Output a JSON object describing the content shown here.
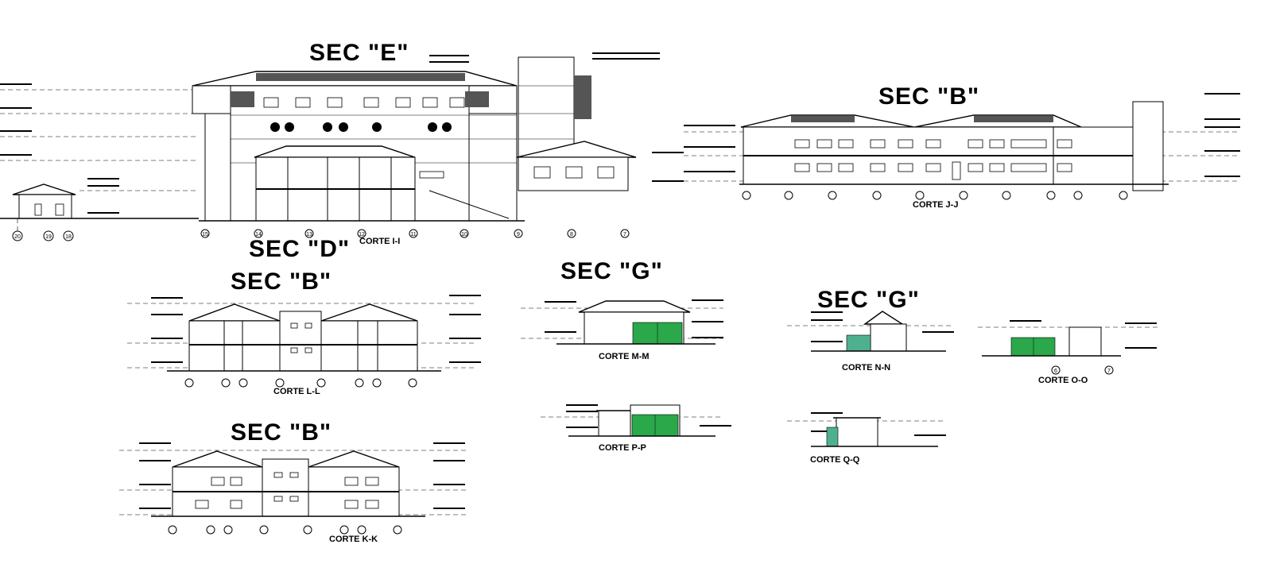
{
  "sections": [
    {
      "id": "sec-e",
      "title": "SEC \"E\"",
      "cut": "CORTE I-I",
      "axes": [
        "20",
        "19",
        "18",
        "15",
        "14",
        "13",
        "12",
        "11",
        "10",
        "9",
        "8",
        "7"
      ]
    },
    {
      "id": "sec-b-top",
      "title": "SEC \"B\"",
      "cut": "CORTE J-J",
      "axes": []
    },
    {
      "id": "sec-d",
      "title": "SEC \"D\"",
      "cut": "",
      "axes": []
    },
    {
      "id": "sec-b-mid",
      "title": "SEC \"B\"",
      "cut": "CORTE L-L",
      "axes": []
    },
    {
      "id": "sec-b-bottom",
      "title": "SEC \"B\"",
      "cut": "CORTE K-K",
      "axes": []
    },
    {
      "id": "sec-g-left",
      "title": "SEC \"G\"",
      "cut": "CORTE M-M",
      "axes": []
    },
    {
      "id": "sec-g-right",
      "title": "SEC \"G\"",
      "cut": "CORTE N-N",
      "axes": []
    },
    {
      "id": "cut-oo",
      "title": "",
      "cut": "CORTE O-O",
      "axes": [
        "6",
        "7"
      ]
    },
    {
      "id": "cut-pp",
      "title": "",
      "cut": "CORTE P-P",
      "axes": []
    },
    {
      "id": "cut-qq",
      "title": "",
      "cut": "CORTE Q-Q",
      "axes": []
    }
  ]
}
